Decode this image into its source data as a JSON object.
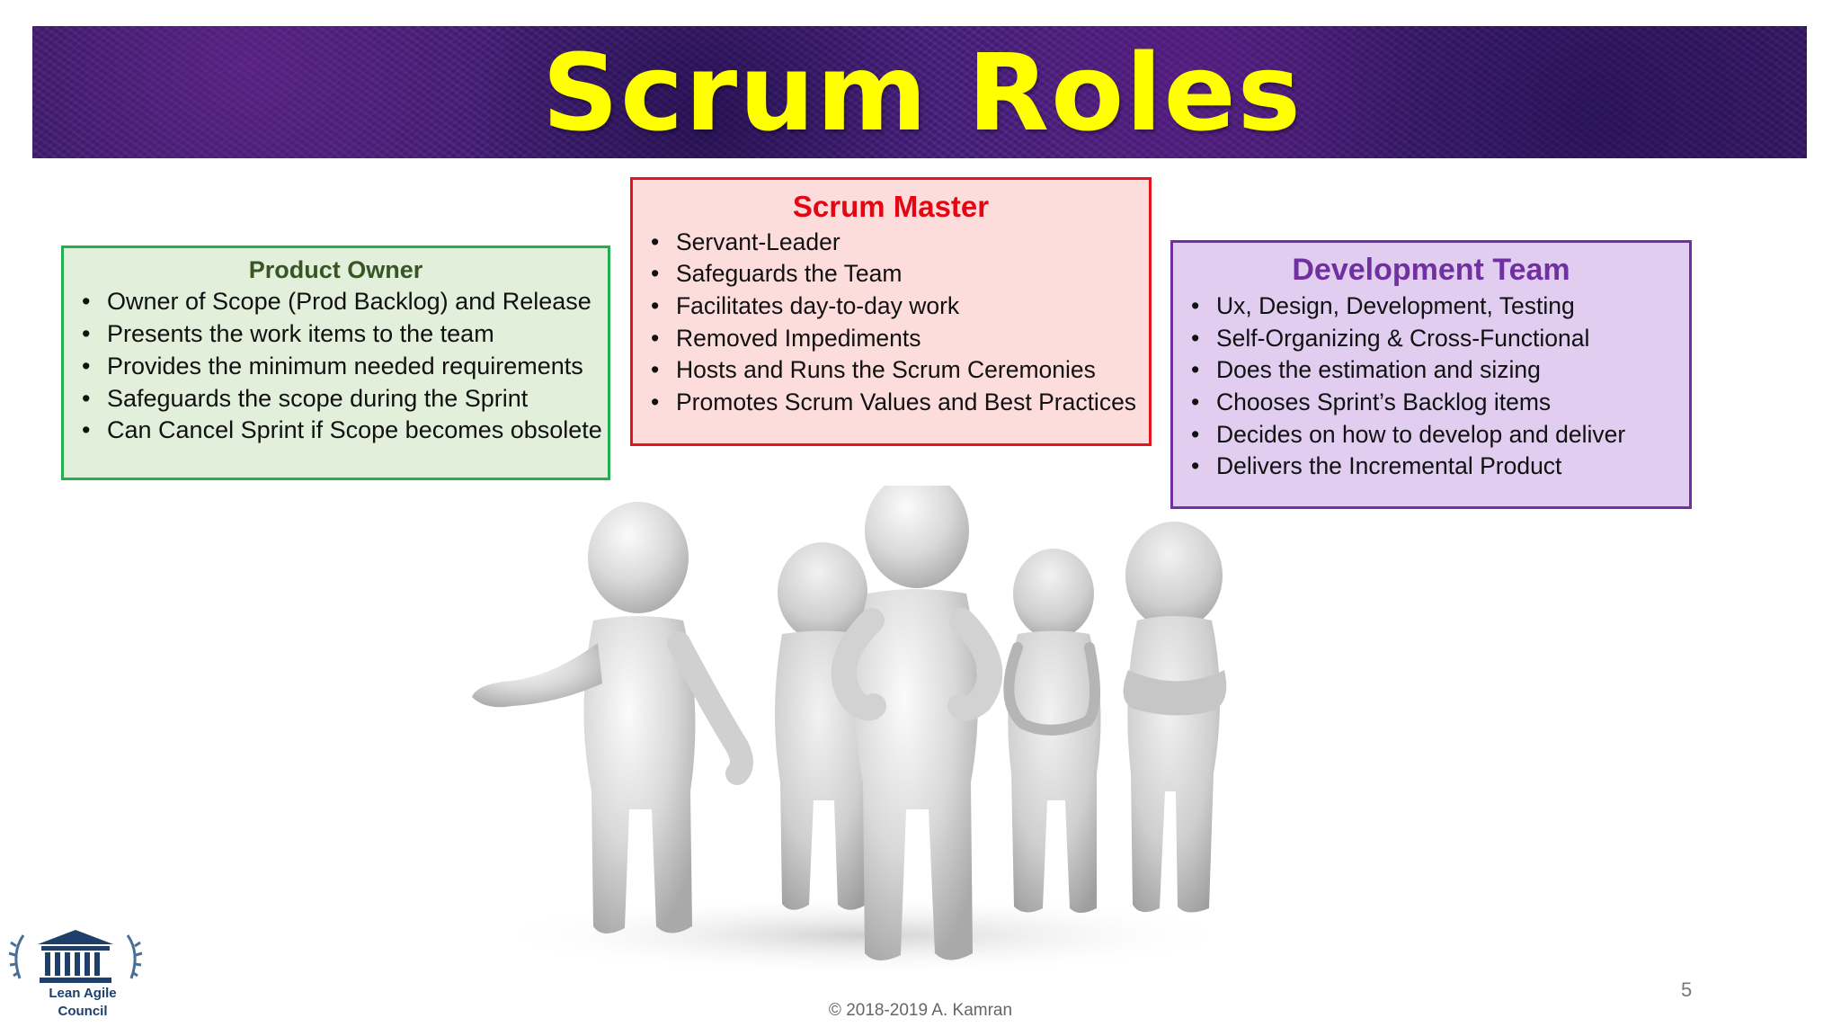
{
  "title": "Scrum Roles",
  "product_owner": {
    "heading": "Product Owner",
    "items": [
      "Owner of Scope (Prod Backlog) and Release",
      "Presents the work items to the team",
      "Provides the minimum needed requirements",
      "Safeguards the scope during the Sprint",
      "Can Cancel Sprint if Scope becomes obsolete"
    ]
  },
  "scrum_master": {
    "heading": "Scrum Master",
    "items": [
      "Servant-Leader",
      "Safeguards the Team",
      "Facilitates day-to-day work",
      "Removed Impediments",
      "Hosts and Runs the Scrum Ceremonies",
      "Promotes Scrum Values and Best Practices"
    ]
  },
  "development_team": {
    "heading": "Development Team",
    "items": [
      "Ux, Design, Development, Testing",
      "Self-Organizing & Cross-Functional",
      "Does the estimation and sizing",
      "Chooses Sprint’s Backlog items",
      "Decides on how to develop and deliver",
      "Delivers the Incremental Product"
    ]
  },
  "bullet": "•",
  "logo": {
    "line1": "Lean Agile",
    "line2": "Council"
  },
  "footer": "© 2018-2019  A. Kamran",
  "page_number": "5",
  "colors": {
    "title": "#ffff00",
    "banner": "#4a1f80",
    "product_owner_border": "#22b04c",
    "scrum_master_border": "#e8141b",
    "development_team_border": "#7030a0"
  }
}
